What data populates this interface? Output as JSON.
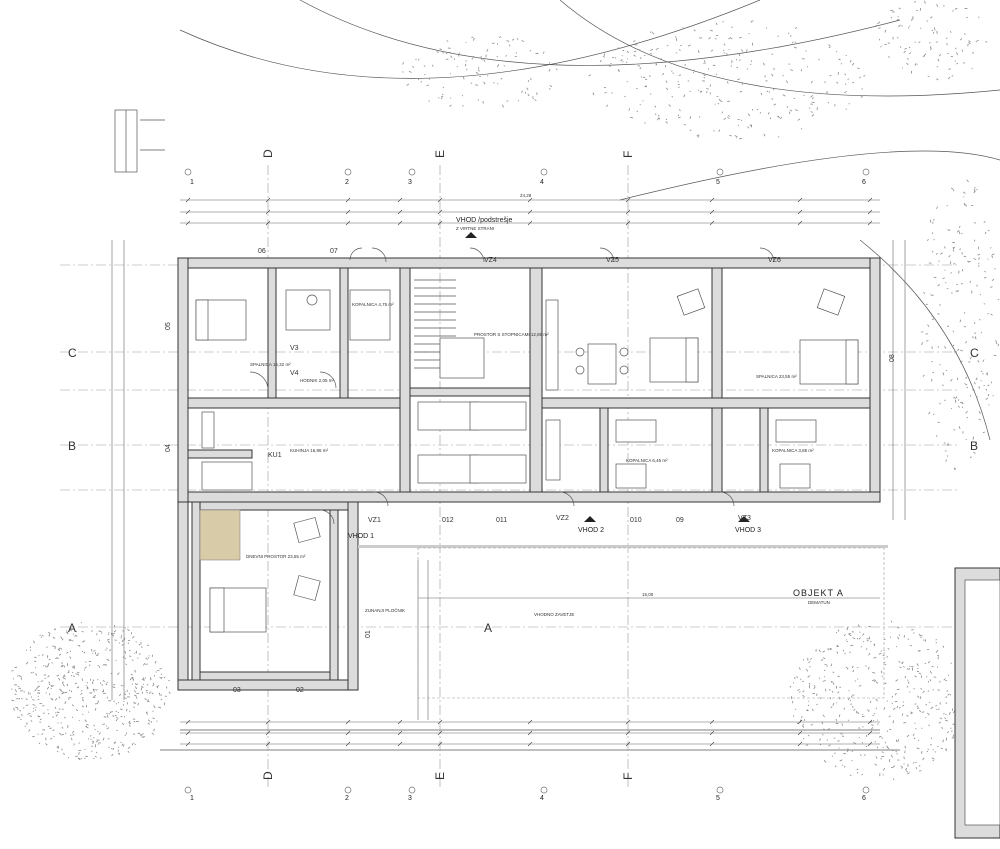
{
  "axes": {
    "letters_top": [
      "D",
      "E",
      "F"
    ],
    "letters_bottom": [
      "D",
      "E",
      "F"
    ],
    "rows_left": [
      "C",
      "B",
      "A"
    ],
    "rows_right": [
      "C",
      "B",
      "A"
    ],
    "numbers_top": [
      "1",
      "2",
      "3",
      "4",
      "5",
      "6"
    ],
    "numbers_bottom": [
      "1",
      "2",
      "3",
      "4",
      "5",
      "6"
    ]
  },
  "labels": {
    "entrance_main": "VHOD /podstrešje",
    "entrance_main_sub": "Z VIRTNE STRANI",
    "vhod1": "VHOD 1",
    "vhod2": "VHOD 2",
    "vhod3": "VHOD 3",
    "object": "OBJEKT A",
    "object_sub": "DEMATUN",
    "top_dim": "24,28",
    "mid_dim": "15,00"
  },
  "room_numbers": [
    "06",
    "07",
    "05",
    "04",
    "V3",
    "V4",
    "02",
    "03",
    "01",
    "012",
    "011",
    "010",
    "09",
    "08",
    "VZ4",
    "VZ5",
    "VZ6",
    "VZ1",
    "VZ2",
    "VZ3",
    "KU1"
  ],
  "room_notes": {
    "bedroom_nw": "SPALNICA 16,32 m²",
    "bath_1": "KOPALNICA 4,75 m²",
    "hall_1": "HODNIK 2,05 m²",
    "kitchen_1": "KUHINJA 16,96 m²",
    "living_1": "DNEVNI PROSTOR 23,55 m²",
    "stair": "PROSTOR S STOPNICAMI 12,85 m²",
    "bedroom_e": "SPALNICA 23,55 m²",
    "bath_2": "KOPALNICA 6,45 m²",
    "bath_3": "KOPALNICA 3,85 m²",
    "terrace": "ZUNANJI PLOČNIK",
    "entrance_cover": "VHODNO ZAVETJE"
  }
}
